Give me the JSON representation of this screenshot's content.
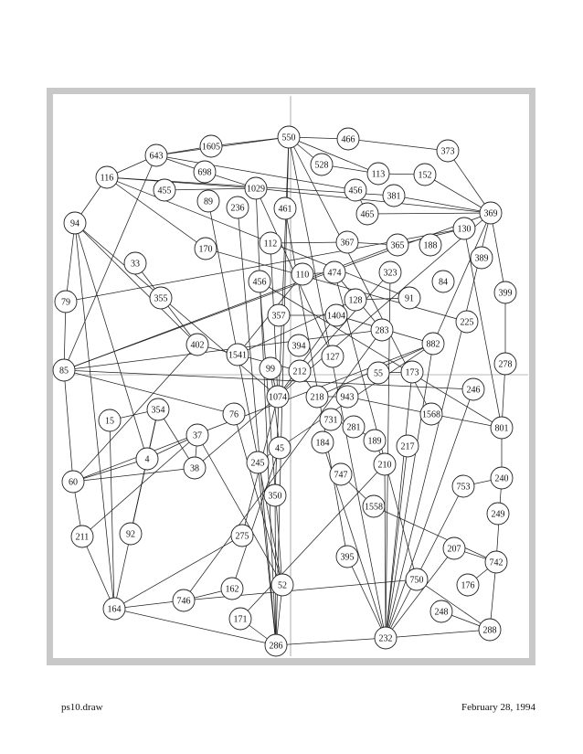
{
  "footer": {
    "filename": "ps10.draw",
    "date": "February 28, 1994"
  },
  "nodes": [
    {
      "id": "550",
      "label": "550"
    },
    {
      "id": "466",
      "label": "466"
    },
    {
      "id": "373",
      "label": "373"
    },
    {
      "id": "643",
      "label": "643"
    },
    {
      "id": "1605",
      "label": "1605"
    },
    {
      "id": "528",
      "label": "528"
    },
    {
      "id": "113",
      "label": "113"
    },
    {
      "id": "152",
      "label": "152"
    },
    {
      "id": "116",
      "label": "116"
    },
    {
      "id": "698",
      "label": "698"
    },
    {
      "id": "455",
      "label": "455"
    },
    {
      "id": "1029",
      "label": "1029"
    },
    {
      "id": "456a",
      "label": "456"
    },
    {
      "id": "381",
      "label": "381"
    },
    {
      "id": "89",
      "label": "89"
    },
    {
      "id": "236",
      "label": "236"
    },
    {
      "id": "461",
      "label": "461"
    },
    {
      "id": "465",
      "label": "465"
    },
    {
      "id": "369",
      "label": "369"
    },
    {
      "id": "94",
      "label": "94"
    },
    {
      "id": "130",
      "label": "130"
    },
    {
      "id": "170",
      "label": "170"
    },
    {
      "id": "112",
      "label": "112"
    },
    {
      "id": "367",
      "label": "367"
    },
    {
      "id": "365",
      "label": "365"
    },
    {
      "id": "188",
      "label": "188"
    },
    {
      "id": "389",
      "label": "389"
    },
    {
      "id": "33",
      "label": "33"
    },
    {
      "id": "110",
      "label": "110"
    },
    {
      "id": "474",
      "label": "474"
    },
    {
      "id": "323",
      "label": "323"
    },
    {
      "id": "456b",
      "label": "456"
    },
    {
      "id": "84",
      "label": "84"
    },
    {
      "id": "399",
      "label": "399"
    },
    {
      "id": "79",
      "label": "79"
    },
    {
      "id": "355",
      "label": "355"
    },
    {
      "id": "91",
      "label": "91"
    },
    {
      "id": "128",
      "label": "128"
    },
    {
      "id": "357",
      "label": "357"
    },
    {
      "id": "1404",
      "label": "1404"
    },
    {
      "id": "225",
      "label": "225"
    },
    {
      "id": "283",
      "label": "283"
    },
    {
      "id": "402",
      "label": "402"
    },
    {
      "id": "1541",
      "label": "1541"
    },
    {
      "id": "394",
      "label": "394"
    },
    {
      "id": "882",
      "label": "882"
    },
    {
      "id": "127",
      "label": "127"
    },
    {
      "id": "278",
      "label": "278"
    },
    {
      "id": "85",
      "label": "85"
    },
    {
      "id": "99",
      "label": "99"
    },
    {
      "id": "212",
      "label": "212"
    },
    {
      "id": "55",
      "label": "55"
    },
    {
      "id": "173",
      "label": "173"
    },
    {
      "id": "246",
      "label": "246"
    },
    {
      "id": "1074",
      "label": "1074"
    },
    {
      "id": "218",
      "label": "218"
    },
    {
      "id": "943",
      "label": "943"
    },
    {
      "id": "354",
      "label": "354"
    },
    {
      "id": "76",
      "label": "76"
    },
    {
      "id": "1568",
      "label": "1568"
    },
    {
      "id": "15",
      "label": "15"
    },
    {
      "id": "731",
      "label": "731"
    },
    {
      "id": "281",
      "label": "281"
    },
    {
      "id": "801",
      "label": "801"
    },
    {
      "id": "37",
      "label": "37"
    },
    {
      "id": "184",
      "label": "184"
    },
    {
      "id": "189",
      "label": "189"
    },
    {
      "id": "217",
      "label": "217"
    },
    {
      "id": "45",
      "label": "45"
    },
    {
      "id": "4",
      "label": "4"
    },
    {
      "id": "38",
      "label": "38"
    },
    {
      "id": "245",
      "label": "245"
    },
    {
      "id": "210",
      "label": "210"
    },
    {
      "id": "747",
      "label": "747"
    },
    {
      "id": "60",
      "label": "60"
    },
    {
      "id": "240",
      "label": "240"
    },
    {
      "id": "753",
      "label": "753"
    },
    {
      "id": "350",
      "label": "350"
    },
    {
      "id": "1558",
      "label": "1558"
    },
    {
      "id": "249",
      "label": "249"
    },
    {
      "id": "211",
      "label": "211"
    },
    {
      "id": "92",
      "label": "92"
    },
    {
      "id": "275",
      "label": "275"
    },
    {
      "id": "207",
      "label": "207"
    },
    {
      "id": "395",
      "label": "395"
    },
    {
      "id": "742",
      "label": "742"
    },
    {
      "id": "750",
      "label": "750"
    },
    {
      "id": "176",
      "label": "176"
    },
    {
      "id": "162",
      "label": "162"
    },
    {
      "id": "52",
      "label": "52"
    },
    {
      "id": "746",
      "label": "746"
    },
    {
      "id": "164",
      "label": "164"
    },
    {
      "id": "248",
      "label": "248"
    },
    {
      "id": "171",
      "label": "171"
    },
    {
      "id": "288",
      "label": "288"
    },
    {
      "id": "232",
      "label": "232"
    },
    {
      "id": "286",
      "label": "286"
    }
  ],
  "edges": [
    [
      "550",
      "466"
    ],
    [
      "466",
      "373"
    ],
    [
      "550",
      "643"
    ],
    [
      "643",
      "1605"
    ],
    [
      "550",
      "528"
    ],
    [
      "528",
      "113"
    ],
    [
      "373",
      "369"
    ],
    [
      "113",
      "152"
    ],
    [
      "152",
      "369"
    ],
    [
      "643",
      "116"
    ],
    [
      "116",
      "94"
    ],
    [
      "94",
      "79"
    ],
    [
      "79",
      "85"
    ],
    [
      "85",
      "60"
    ],
    [
      "60",
      "211"
    ],
    [
      "211",
      "164"
    ],
    [
      "164",
      "286"
    ],
    [
      "286",
      "232"
    ],
    [
      "232",
      "288"
    ],
    [
      "288",
      "742"
    ],
    [
      "742",
      "240"
    ],
    [
      "240",
      "801"
    ],
    [
      "801",
      "278"
    ],
    [
      "278",
      "399"
    ],
    [
      "399",
      "369"
    ],
    [
      "116",
      "1029"
    ],
    [
      "1029",
      "369"
    ],
    [
      "116",
      "381"
    ],
    [
      "381",
      "369"
    ],
    [
      "550",
      "113"
    ],
    [
      "550",
      "232"
    ],
    [
      "550",
      "286"
    ],
    [
      "550",
      "350"
    ],
    [
      "550",
      "1568"
    ],
    [
      "643",
      "698"
    ],
    [
      "698",
      "1029"
    ],
    [
      "643",
      "456a"
    ],
    [
      "456a",
      "465"
    ],
    [
      "465",
      "369"
    ],
    [
      "643",
      "85"
    ],
    [
      "116",
      "170"
    ],
    [
      "170",
      "225"
    ],
    [
      "116",
      "91"
    ],
    [
      "94",
      "4"
    ],
    [
      "94",
      "164"
    ],
    [
      "94",
      "1074"
    ],
    [
      "94",
      "402"
    ],
    [
      "33",
      "402"
    ],
    [
      "79",
      "130"
    ],
    [
      "85",
      "369"
    ],
    [
      "85",
      "365"
    ],
    [
      "85",
      "246"
    ],
    [
      "85",
      "283"
    ],
    [
      "1029",
      "127"
    ],
    [
      "1029",
      "286"
    ],
    [
      "112",
      "1074"
    ],
    [
      "112",
      "367"
    ],
    [
      "367",
      "365"
    ],
    [
      "365",
      "130"
    ],
    [
      "130",
      "801"
    ],
    [
      "369",
      "1074"
    ],
    [
      "369",
      "882"
    ],
    [
      "369",
      "232"
    ],
    [
      "110",
      "474"
    ],
    [
      "110",
      "1541"
    ],
    [
      "474",
      "283"
    ],
    [
      "474",
      "750"
    ],
    [
      "323",
      "1074"
    ],
    [
      "323",
      "232"
    ],
    [
      "456b",
      "52"
    ],
    [
      "456b",
      "801"
    ],
    [
      "128",
      "91"
    ],
    [
      "128",
      "1541"
    ],
    [
      "357",
      "1404"
    ],
    [
      "1404",
      "882"
    ],
    [
      "1404",
      "1074"
    ],
    [
      "1541",
      "402"
    ],
    [
      "1541",
      "212"
    ],
    [
      "1541",
      "52"
    ],
    [
      "402",
      "60"
    ],
    [
      "99",
      "1074"
    ],
    [
      "99",
      "45"
    ],
    [
      "212",
      "218"
    ],
    [
      "218",
      "943"
    ],
    [
      "218",
      "882"
    ],
    [
      "943",
      "1568"
    ],
    [
      "1568",
      "801"
    ],
    [
      "55",
      "173"
    ],
    [
      "173",
      "232"
    ],
    [
      "246",
      "232"
    ],
    [
      "882",
      "232"
    ],
    [
      "882",
      "60"
    ],
    [
      "882",
      "245"
    ],
    [
      "283",
      "746"
    ],
    [
      "354",
      "15"
    ],
    [
      "354",
      "4"
    ],
    [
      "354",
      "164"
    ],
    [
      "354",
      "92"
    ],
    [
      "354",
      "38"
    ],
    [
      "15",
      "164"
    ],
    [
      "37",
      "4"
    ],
    [
      "37",
      "211"
    ],
    [
      "37",
      "52"
    ],
    [
      "37",
      "38"
    ],
    [
      "38",
      "60"
    ],
    [
      "38",
      "1074"
    ],
    [
      "4",
      "60"
    ],
    [
      "4",
      "92"
    ],
    [
      "76",
      "52"
    ],
    [
      "76",
      "85"
    ],
    [
      "731",
      "281"
    ],
    [
      "281",
      "189"
    ],
    [
      "189",
      "210"
    ],
    [
      "210",
      "232"
    ],
    [
      "184",
      "232"
    ],
    [
      "217",
      "232"
    ],
    [
      "45",
      "162"
    ],
    [
      "245",
      "286"
    ],
    [
      "747",
      "1558"
    ],
    [
      "1558",
      "742"
    ],
    [
      "753",
      "240"
    ],
    [
      "753",
      "232"
    ],
    [
      "350",
      "286"
    ],
    [
      "275",
      "164"
    ],
    [
      "275",
      "1074"
    ],
    [
      "207",
      "742"
    ],
    [
      "207",
      "232"
    ],
    [
      "395",
      "232"
    ],
    [
      "750",
      "288"
    ],
    [
      "176",
      "742"
    ],
    [
      "162",
      "746"
    ],
    [
      "746",
      "164"
    ],
    [
      "746",
      "750"
    ],
    [
      "52",
      "286"
    ],
    [
      "248",
      "288"
    ],
    [
      "171",
      "286"
    ],
    [
      "171",
      "210"
    ],
    [
      "236",
      "286"
    ],
    [
      "89",
      "1541"
    ],
    [
      "461",
      "395"
    ],
    [
      "455",
      "1029"
    ],
    [
      "1605",
      "550"
    ]
  ]
}
